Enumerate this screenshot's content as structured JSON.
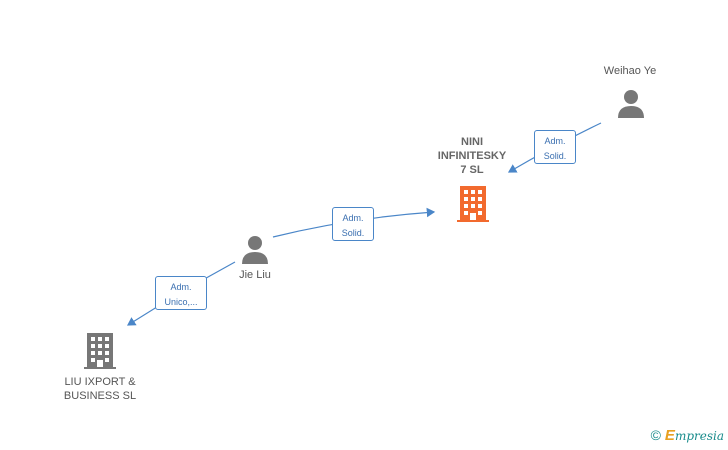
{
  "nodes": {
    "weihao_ye": {
      "label": "Weihao Ye",
      "type": "person"
    },
    "nini": {
      "label": "NINI\nINFINITESKY\n7  SL",
      "type": "company",
      "highlight": true
    },
    "jie_liu": {
      "label": "Jie Liu",
      "type": "person"
    },
    "liu_ixport": {
      "label": "LIU IXPORT &\nBUSINESS  SL",
      "type": "company",
      "highlight": false
    }
  },
  "edges": [
    {
      "from": "Weihao Ye",
      "to": "NINI INFINITESKY 7 SL",
      "role_line1": "Adm.",
      "role_line2": "Solid."
    },
    {
      "from": "Jie Liu",
      "to": "NINI INFINITESKY 7 SL",
      "role_line1": "Adm.",
      "role_line2": "Solid."
    },
    {
      "from": "Jie Liu",
      "to": "LIU IXPORT & BUSINESS SL",
      "role_line1": "Adm.",
      "role_line2": "Unico,..."
    }
  ],
  "colors": {
    "edge": "#4a86c8",
    "person_icon": "#777777",
    "company_icon": "#777777",
    "company_highlight": "#f26a2e"
  },
  "footer": {
    "copyright_symbol": "©",
    "brand_first": "E",
    "brand_rest": "mpresia"
  }
}
